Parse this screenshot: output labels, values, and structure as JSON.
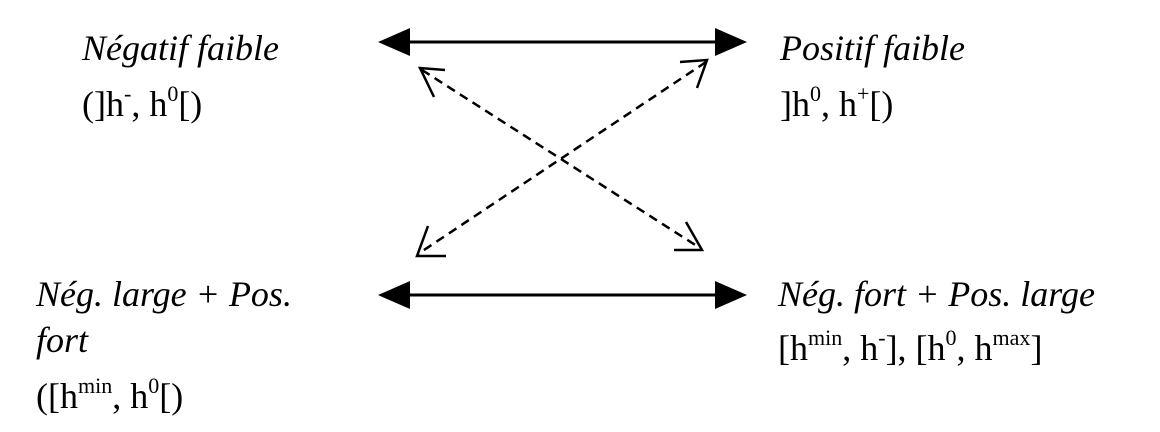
{
  "nodes": {
    "top_left": {
      "title": "Négatif faible",
      "range": {
        "p1": "(]h",
        "s1": "-",
        "p2": ", h",
        "s2": "0",
        "p3": "[)"
      }
    },
    "top_right": {
      "title": "Positif faible",
      "range": {
        "p1": "]h",
        "s1": "0",
        "p2": ", h",
        "s2": "+",
        "p3": "[)"
      }
    },
    "bottom_left": {
      "title_line1": "Nég. large + Pos.",
      "title_line2": "fort",
      "range": {
        "p1": "([h",
        "s1": "min",
        "p2": ", h",
        "s2": "0",
        "p3": "[)"
      }
    },
    "bottom_right": {
      "title": "Nég. fort + Pos. large",
      "range": {
        "p1": "[h",
        "s1": "min",
        "p2": ", h",
        "s2": "-",
        "p3": "], [h",
        "s3": "0",
        "p4": ", h",
        "s4": "max",
        "p5": "]"
      }
    }
  },
  "edges": [
    {
      "from": "top_left",
      "to": "top_right",
      "style": "solid",
      "bidirectional": true
    },
    {
      "from": "bottom_left",
      "to": "bottom_right",
      "style": "solid",
      "bidirectional": true
    },
    {
      "from": "top_left",
      "to": "bottom_right",
      "style": "dashed",
      "bidirectional": true
    },
    {
      "from": "top_right",
      "to": "bottom_left",
      "style": "dashed",
      "bidirectional": true
    }
  ],
  "colors": {
    "ink": "#000000",
    "background": "#ffffff"
  }
}
